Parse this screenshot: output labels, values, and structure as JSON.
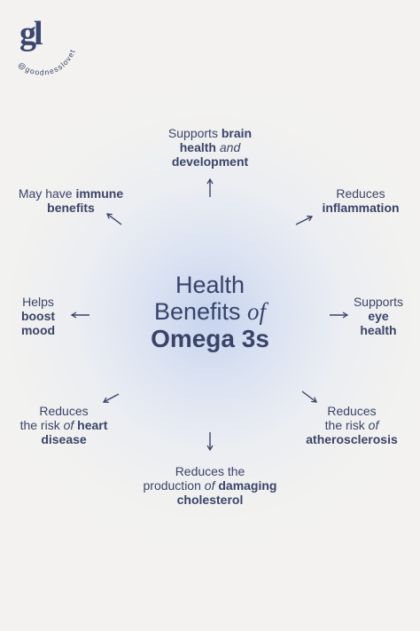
{
  "logo": {
    "handle": "@goodnesslovet",
    "icon": "gl-monogram-logo"
  },
  "center": {
    "line1": "Health",
    "line2a": "Benefits ",
    "line2b": "of",
    "line3": "Omega 3s"
  },
  "benefits": {
    "brain": {
      "a": "Supports ",
      "b": "brain",
      "c": "health",
      "d": " and",
      "e": "development"
    },
    "inflammation": {
      "a": "Reduces",
      "b": "inflammation"
    },
    "eye": {
      "a": "Supports",
      "b": "eye",
      "c": "health"
    },
    "atherosclerosis": {
      "a": "Reduces",
      "b": "the risk ",
      "c": "of",
      "d": "atherosclerosis"
    },
    "cholesterol": {
      "a": "Reduces the",
      "b": "production ",
      "c": "of",
      "d": " damaging",
      "e": "cholesterol"
    },
    "heart": {
      "a": "Reduces",
      "b": "the risk ",
      "c": "of",
      "d": " heart",
      "e": "disease"
    },
    "mood": {
      "a": "Helps",
      "b": "boost",
      "c": "mood"
    },
    "immune": {
      "a": "May have ",
      "b": "immune",
      "c": "benefits"
    }
  },
  "colors": {
    "background": "#f3f2f0",
    "text": "#3a4468",
    "glow": "#c4d2ee"
  }
}
